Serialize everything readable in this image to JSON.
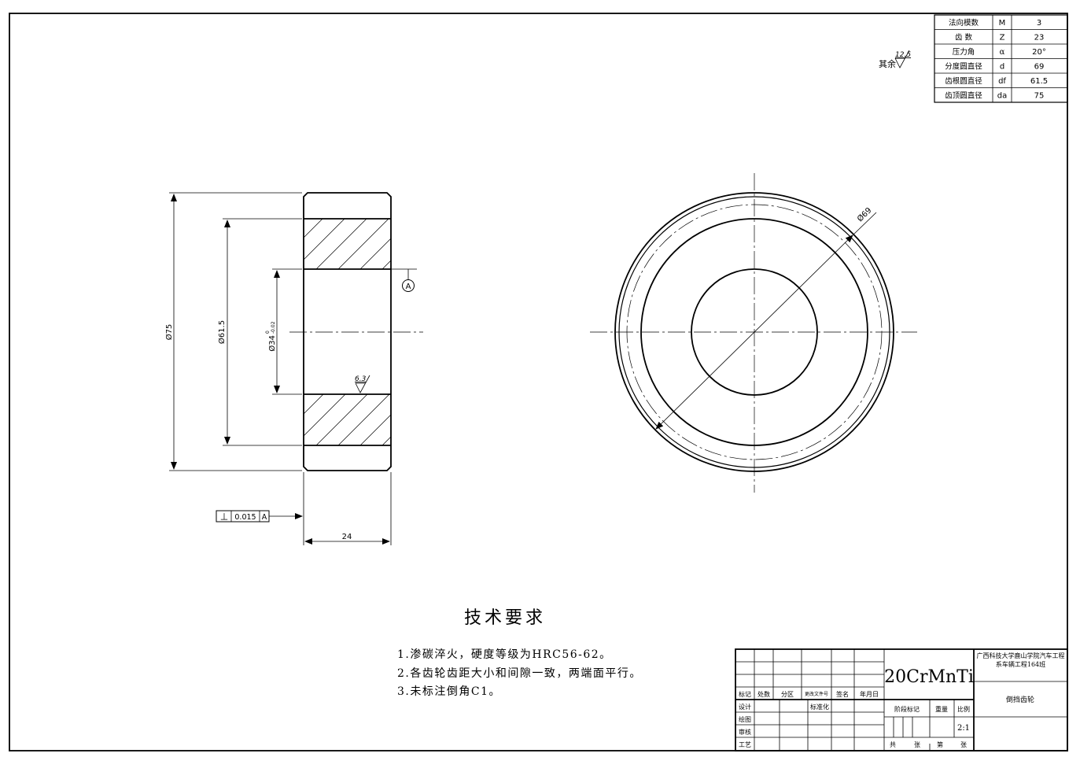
{
  "gear_table": {
    "rows": [
      {
        "name": "法向模数",
        "symbol": "M",
        "value": "3"
      },
      {
        "name": "齿 数",
        "symbol": "Z",
        "value": "23"
      },
      {
        "name": "压力角",
        "symbol": "α",
        "value": "20°"
      },
      {
        "name": "分度圆直径",
        "symbol": "d",
        "value": "69"
      },
      {
        "name": "齿根圆直径",
        "symbol": "df",
        "value": "61.5"
      },
      {
        "name": "齿顶圆直径",
        "symbol": "da",
        "value": "75"
      }
    ]
  },
  "roughness_general": {
    "prefix": "其余",
    "value": "12.5"
  },
  "section_view": {
    "dim_outer": "Ø75",
    "dim_root": "Ø61.5",
    "dim_bore": "Ø34",
    "bore_tol_upper": "0",
    "bore_tol_lower": "-0.02",
    "datum_label": "A",
    "roughness_bore": "6.3",
    "dim_width": "24",
    "tolerance_frame": {
      "symbol": "⊥",
      "value": "0.015",
      "datum": "A"
    }
  },
  "front_view": {
    "dim_pitch": "Ø69"
  },
  "tech_requirements": {
    "title": "技术要求",
    "items": [
      "1.渗碳淬火，硬度等级为HRC56-62。",
      "2.各齿轮齿距大小和间隙一致，两端面平行。",
      "3.未标注倒角C1。"
    ]
  },
  "title_block": {
    "material": "20CrMnTi",
    "school": "广西科技大学鹿山学院汽车工程系车辆工程164班",
    "part_name": "倒挡齿轮",
    "header_labels": [
      "标记",
      "处数",
      "分区",
      "更改文件号",
      "签名",
      "年月日"
    ],
    "role_labels": [
      "设计",
      "绘图",
      "审核",
      "工艺"
    ],
    "standardize": "标准化",
    "stage_mark": "阶段标记",
    "weight": "重量",
    "scale_label": "比例",
    "scale_value": "2:1",
    "sheet_labels": [
      "共",
      "张",
      "第",
      "张"
    ]
  }
}
